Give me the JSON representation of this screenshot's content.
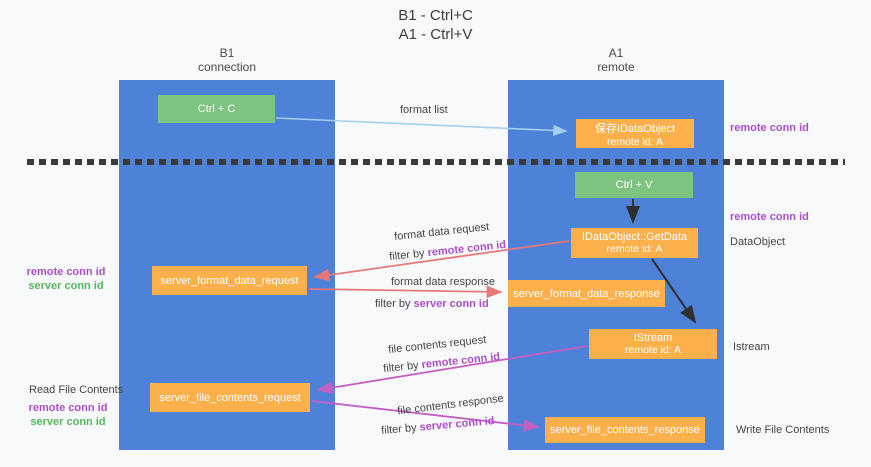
{
  "title": {
    "line1": "B1 - Ctrl+C",
    "line2": "A1 - Ctrl+V"
  },
  "lanes": {
    "left": {
      "name": "B1",
      "subtitle": "connection"
    },
    "right": {
      "name": "A1",
      "subtitle": "remote"
    }
  },
  "nodes": {
    "ctrl_c": {
      "label": "Ctrl + C"
    },
    "save_idataobject": {
      "line1": "保存IDataObject",
      "line2": "remote id: A"
    },
    "ctrl_v": {
      "label": "Ctrl + V"
    },
    "getdata": {
      "line1": "IDataObject::GetData",
      "line2": "remote id: A"
    },
    "format_request": {
      "label": "server_format_data_request"
    },
    "format_response": {
      "label": "server_format_data_response"
    },
    "istream": {
      "line1": "IStream",
      "line2": "remote id: A"
    },
    "file_request": {
      "label": "server_file_contents_request"
    },
    "file_response": {
      "label": "server_file_contents_response"
    }
  },
  "labels": {
    "format_list": "format list",
    "format_data_request": "format data request",
    "format_data_response": "format data response",
    "file_contents_request": "file contents request",
    "file_contents_response": "file contents response",
    "filter_by": "filter by ",
    "remote_conn_id": "remote conn id",
    "server_conn_id": "server conn id",
    "read_file_contents": "Read File Contents",
    "write_file_contents": "Write File Contents",
    "dataobject": "DataObject",
    "istream_side": "Istream"
  },
  "colors": {
    "lane_blue": "#4e82d8",
    "node_green": "#7cc47f",
    "node_orange": "#fbb04c",
    "purple_label": "#ab4fc8",
    "green_label": "#56b65c",
    "red_arrow": "#e57878",
    "magenta_arrow": "#c45ec4",
    "light_blue_arrow": "#a5cfee",
    "black_arrow": "#2f2f2f",
    "background": "#f8f9fa"
  }
}
